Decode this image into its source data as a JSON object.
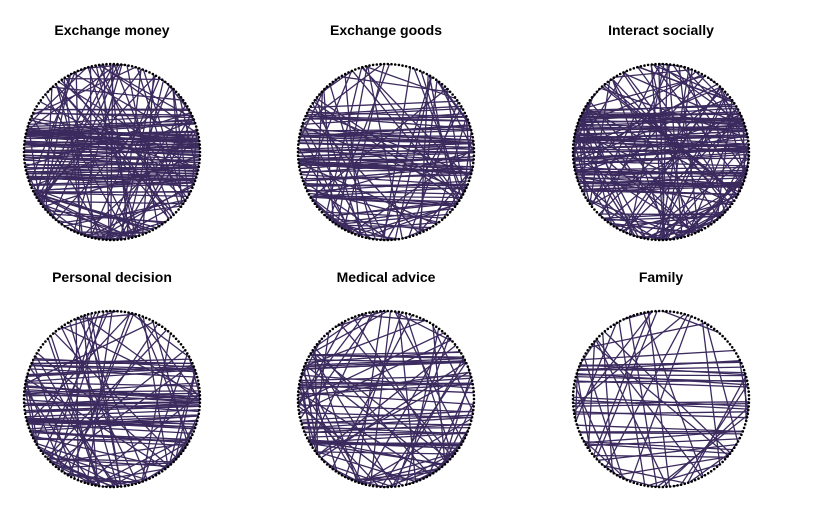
{
  "colors": {
    "edge": "#3b2a5e",
    "node": "#000000",
    "background": "#ffffff"
  },
  "panels": [
    {
      "title": "Exchange money"
    },
    {
      "title": "Exchange goods"
    },
    {
      "title": "Interact socially"
    },
    {
      "title": "Personal decision"
    },
    {
      "title": "Medical advice"
    },
    {
      "title": "Family"
    }
  ]
}
